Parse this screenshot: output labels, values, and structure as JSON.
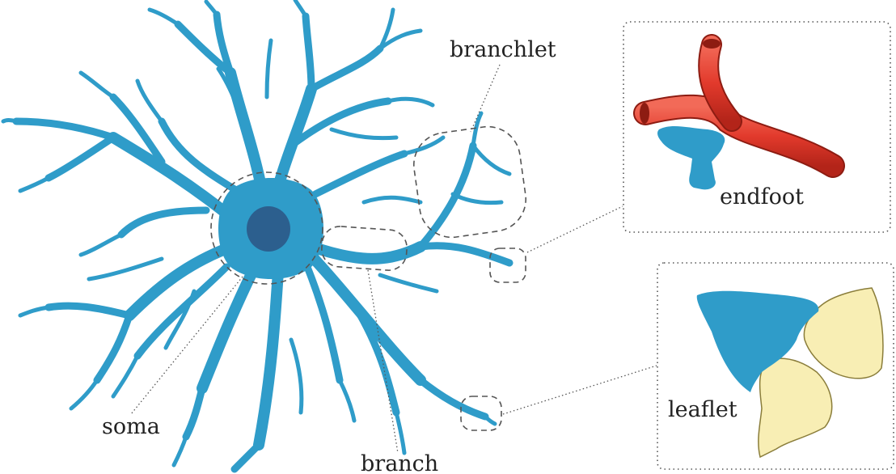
{
  "labels": {
    "branchlet": "branchlet",
    "endfoot": "endfoot",
    "soma": "soma",
    "branch": "branch",
    "leaflet": "leaflet"
  },
  "colors": {
    "astrocyte": "#2f9cc9",
    "astrocyte_dark": "#1f7fae",
    "nucleus": "#2c5f8e",
    "vessel": "#e23a2c",
    "vessel_dark": "#b32419",
    "synapse": "#f8eeb4",
    "synapse_edge": "#8a7d3a",
    "guide": "#555555"
  }
}
